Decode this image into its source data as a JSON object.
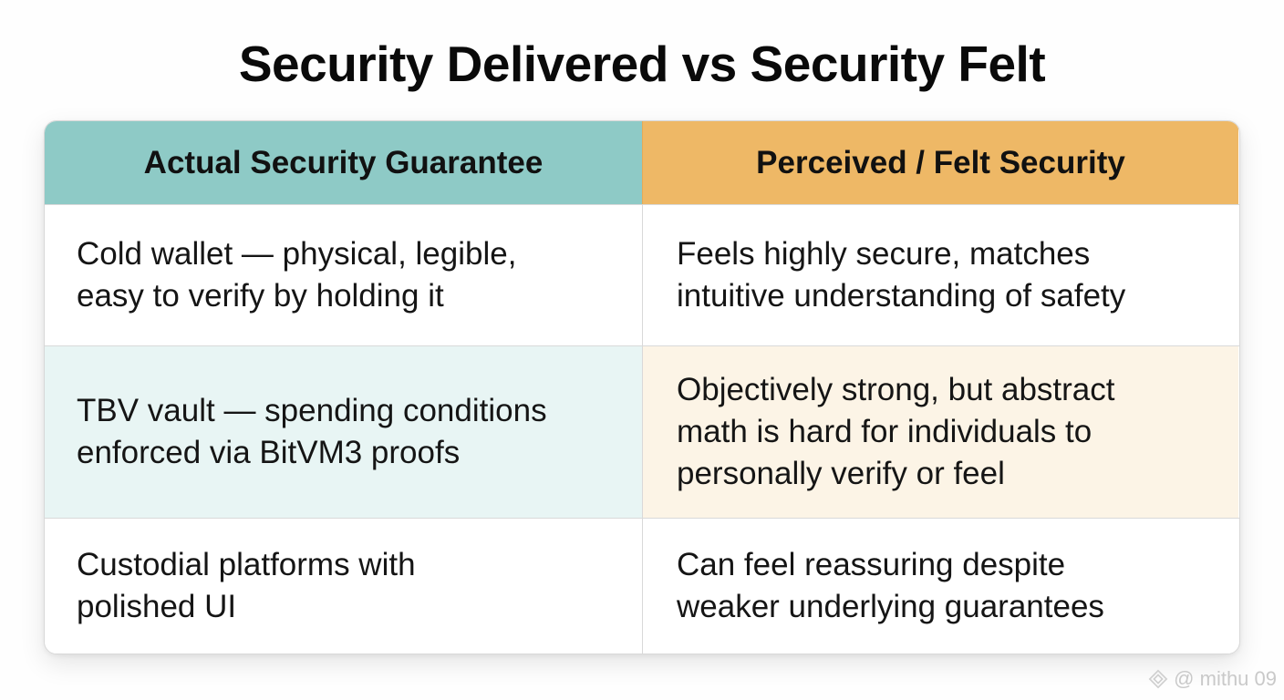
{
  "title": "Security Delivered vs Security Felt",
  "table": {
    "headers": [
      "Actual Security Guarantee",
      "Perceived / Felt Security"
    ],
    "rows": [
      {
        "actual": "Cold wallet — physical, legible,\neasy to verify by holding it",
        "perceived": "Feels highly secure, matches\nintuitive understanding of safety"
      },
      {
        "actual": "TBV vault — spending conditions\nenforced via BitVM3 proofs",
        "perceived": "Objectively strong, but abstract\nmath is hard for individuals to\npersonally verify or feel"
      },
      {
        "actual": "Custodial platforms with\npolished UI",
        "perceived": "Can feel reassuring despite\nweaker underlying guarantees"
      }
    ]
  },
  "colors": {
    "header_left": "#8ecac6",
    "header_right": "#eeb866",
    "row2_left": "#e8f5f4",
    "row2_right": "#fcf4e6"
  },
  "watermark": {
    "icon": "binance-diamond-icon",
    "text": "@ mithu 09"
  }
}
